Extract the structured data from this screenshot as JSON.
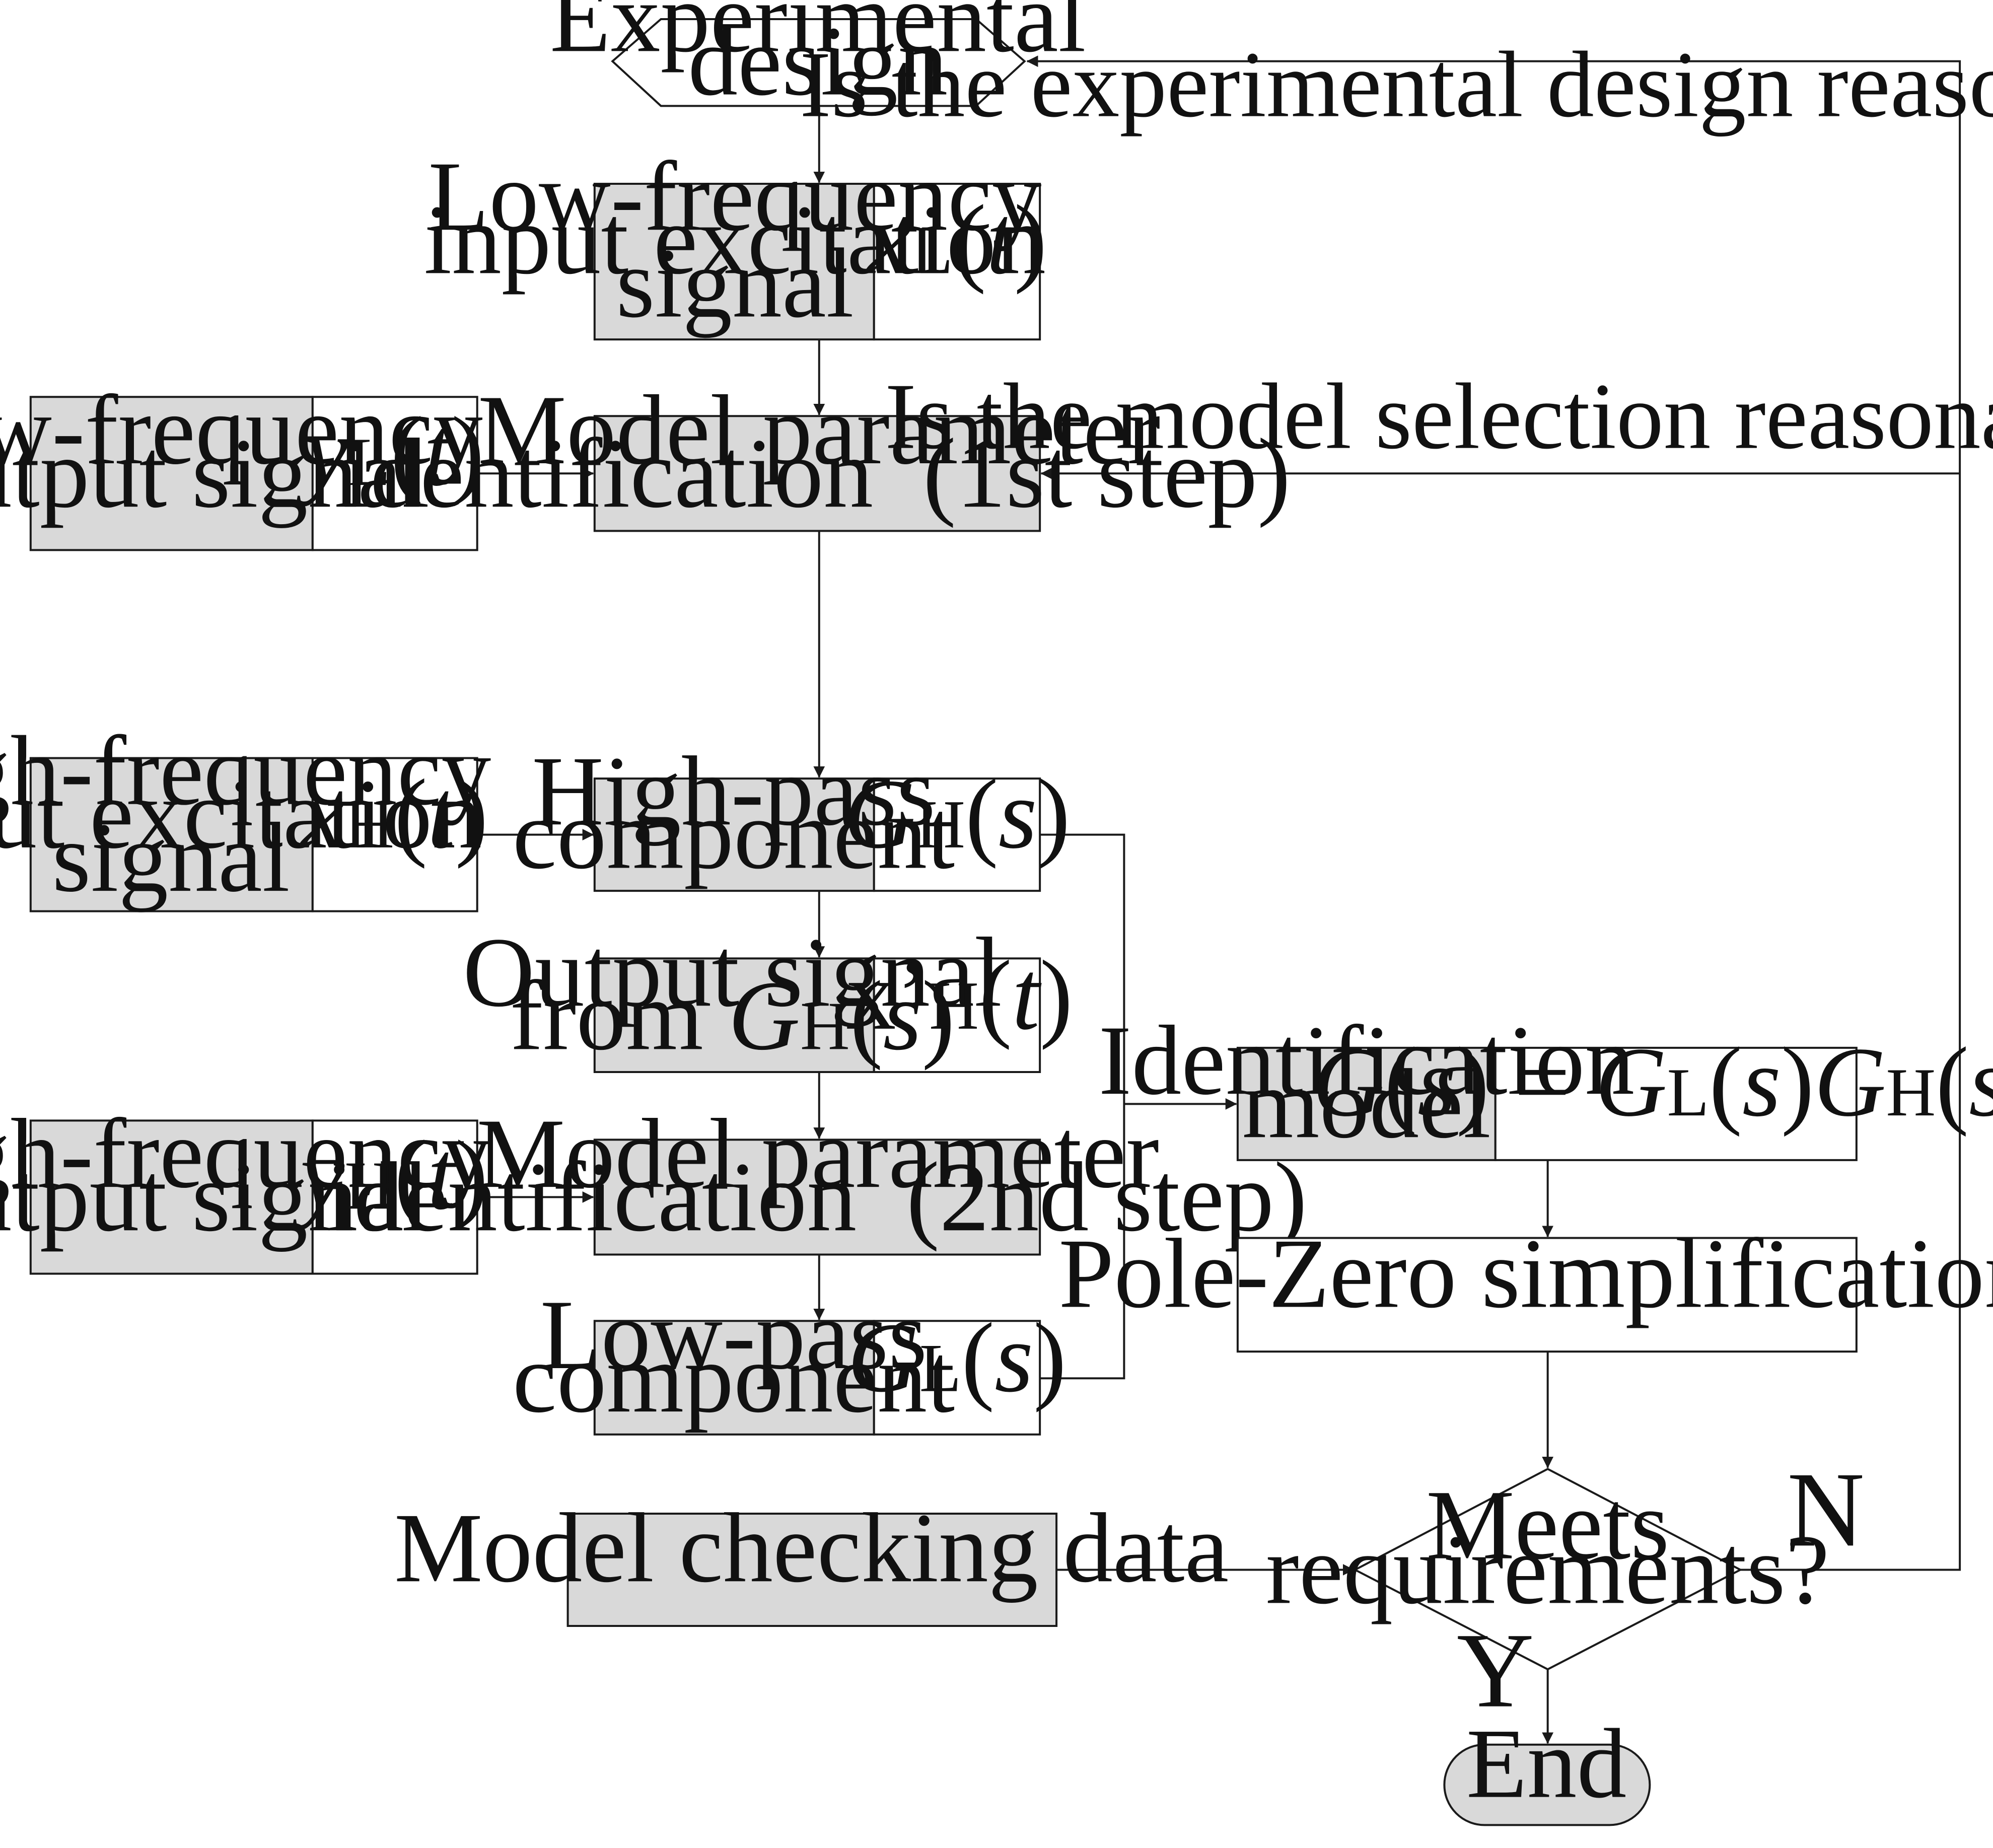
{
  "colors": {
    "gray_fill": "#d9d9d9",
    "white_fill": "#ffffff",
    "stroke": "#1a1a1a"
  },
  "nodes": {
    "experimental_design": {
      "line1": "Experimental",
      "line2": "design"
    },
    "low_freq_input": {
      "label_lines": [
        "Low-frequency",
        "input excitation",
        "signal"
      ],
      "symbol": {
        "var": "x",
        "sub": "L",
        "arg": "t"
      }
    },
    "low_freq_output": {
      "label_lines": [
        "Low-frequency",
        "output signal"
      ],
      "symbol": {
        "var": "y",
        "sub": "L",
        "arg": "t"
      }
    },
    "model_param_1": {
      "line1": "Model parameter",
      "line2": "identification  (1st step)"
    },
    "high_freq_input": {
      "label_lines": [
        "High-frequency",
        "input excitation",
        "signal"
      ],
      "symbol": {
        "var": "x",
        "sub": "H",
        "arg": "t"
      }
    },
    "high_pass": {
      "label_lines": [
        "High-pass",
        "component"
      ],
      "symbol": {
        "var": "G",
        "sub": "H",
        "arg": "s"
      }
    },
    "output_from_gh": {
      "line1": "Output signal",
      "line2_prefix": "from ",
      "line2_var": "G",
      "line2_sub": "H",
      "line2_arg": "s",
      "symbol": {
        "var": "x’",
        "sub": "H",
        "arg": "t"
      }
    },
    "high_freq_output": {
      "label_lines": [
        "High-frequency",
        "output signal"
      ],
      "symbol": {
        "var": "y",
        "sub": "H",
        "arg": "t"
      }
    },
    "model_param_2": {
      "line1": "Model parameter",
      "line2": "identification  (2nd step)"
    },
    "low_pass": {
      "label_lines": [
        "Low-pass",
        "component"
      ],
      "symbol": {
        "var": "G",
        "sub": "L",
        "arg": "s"
      }
    },
    "identification_model": {
      "label_lines": [
        "Identification",
        "model"
      ],
      "formula": "G(s) = GL(s)GH(s)"
    },
    "pole_zero": {
      "label": "Pole-Zero simplification"
    },
    "model_checking": {
      "label": "Model checking data"
    },
    "meets_requirements": {
      "line1": "Meets",
      "line2": "requirements?"
    },
    "end": {
      "label": "End"
    }
  },
  "annotations": {
    "q_experimental": "Is the experimental design reasonable?",
    "q_model_selection": "Is the model selection reasonable?",
    "no_label": "N",
    "yes_label": "Y"
  }
}
